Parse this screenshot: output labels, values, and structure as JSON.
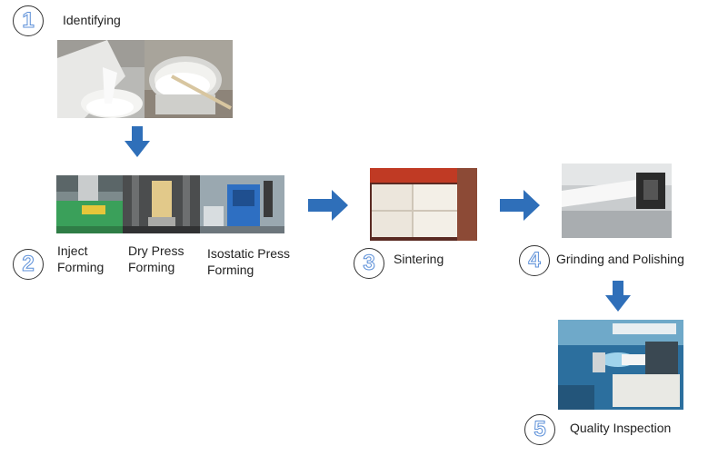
{
  "steps": [
    {
      "number": "1",
      "label": "Identifying"
    },
    {
      "number": "2",
      "labels": [
        "Inject\nForming",
        "Dry Press\nForming",
        "Isostatic Press\nForming"
      ]
    },
    {
      "number": "3",
      "label": "Sintering"
    },
    {
      "number": "4",
      "label": "Grinding and Polishing"
    },
    {
      "number": "5",
      "label": "Quality Inspection"
    }
  ],
  "colors": {
    "arrow": "#2f6fb9",
    "circle_border": "#333333",
    "number_outline": "#5b8fd8"
  }
}
